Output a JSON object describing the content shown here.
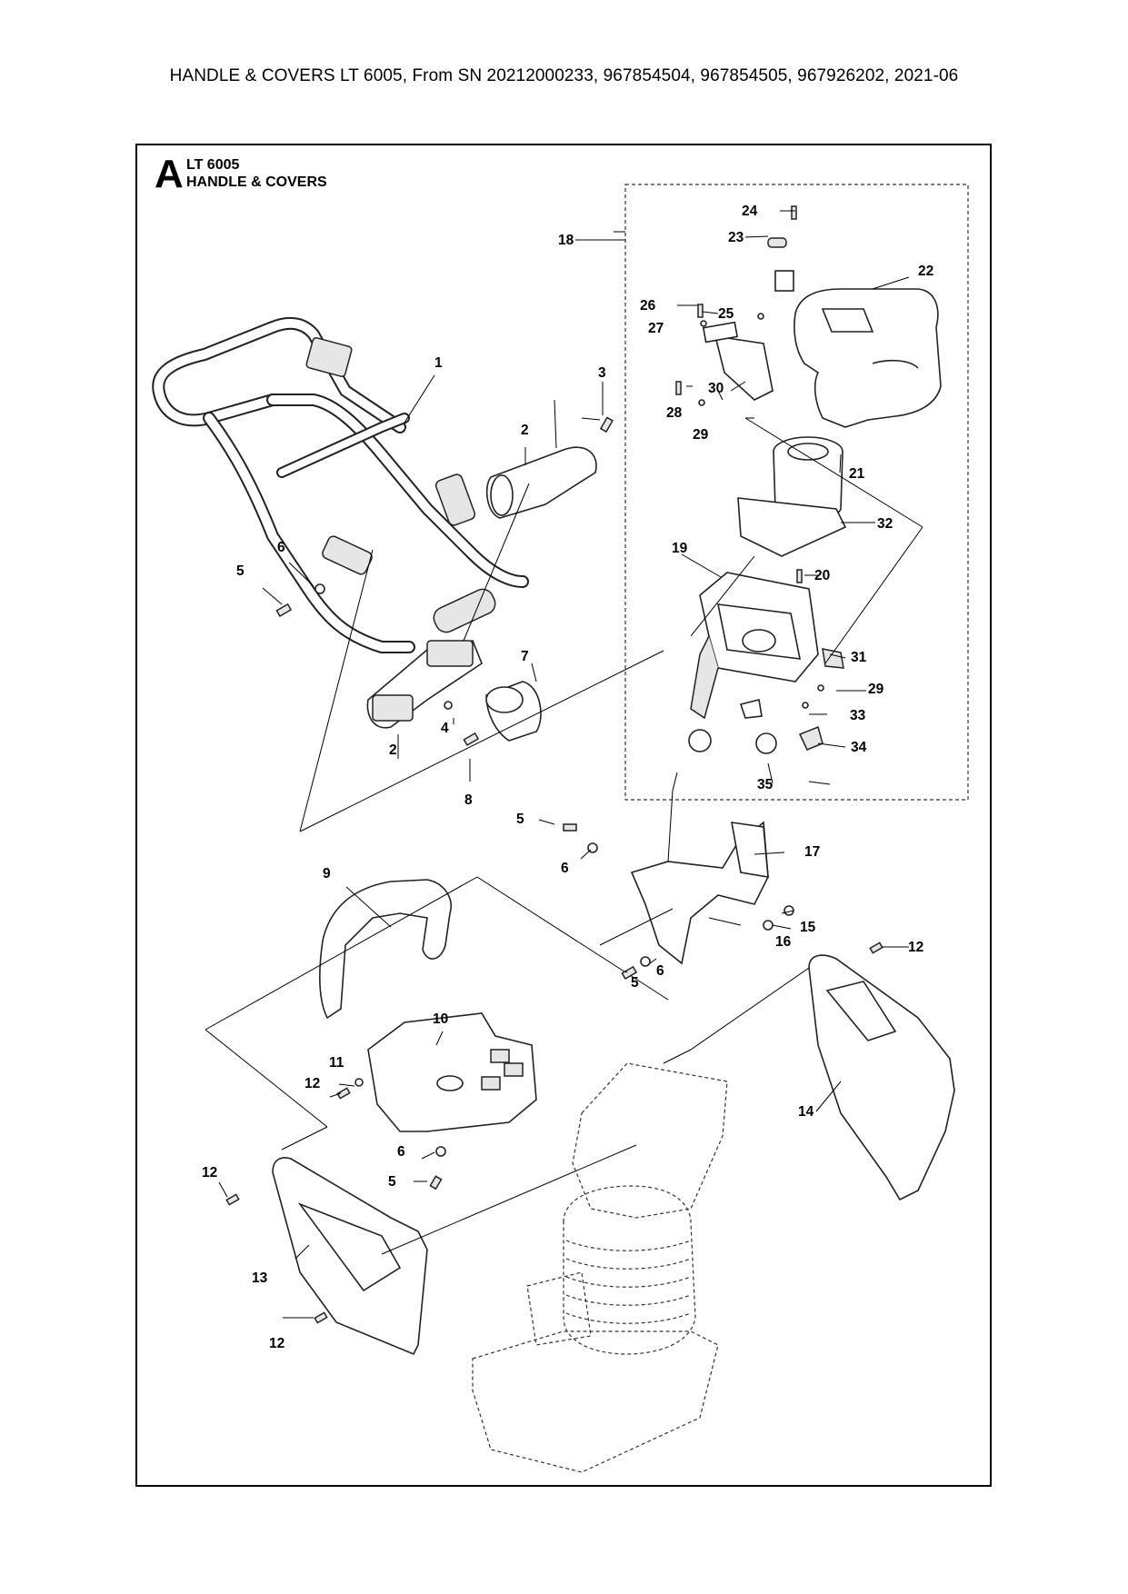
{
  "header": {
    "title": "HANDLE & COVERS LT 6005, From SN 20212000233, 967854504, 967854505, 967926202, 2021-06"
  },
  "section": {
    "letter": "A",
    "model": "LT 6005",
    "name": "HANDLE & COVERS"
  },
  "callouts": [
    "1",
    "2",
    "3",
    "2",
    "4",
    "5",
    "6",
    "7",
    "8",
    "9",
    "10",
    "11",
    "12",
    "6",
    "5",
    "12",
    "13",
    "12",
    "14",
    "12",
    "5",
    "6",
    "5",
    "6",
    "17",
    "16",
    "15",
    "18",
    "19",
    "20",
    "21",
    "22",
    "23",
    "24",
    "25",
    "26",
    "27",
    "28",
    "29",
    "30",
    "31",
    "29",
    "33",
    "32",
    "34",
    "35"
  ]
}
